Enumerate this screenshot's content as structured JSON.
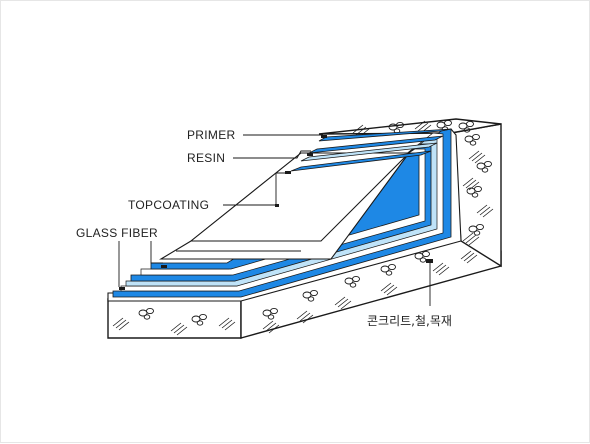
{
  "labels": {
    "primer": "PRIMER",
    "resin": "RESIN",
    "topcoating": "TOPCOATING",
    "glass_fiber": "GLASS  FIBER",
    "substrate": "콘크리트,철,목재"
  },
  "colors": {
    "resin_blue": "#1e88e5",
    "light_blue": "#bfe3f8",
    "outline": "#1a1a1a",
    "background": "#ffffff"
  },
  "icons": {
    "substrate_texture": "aggregate-hatch-icon"
  }
}
